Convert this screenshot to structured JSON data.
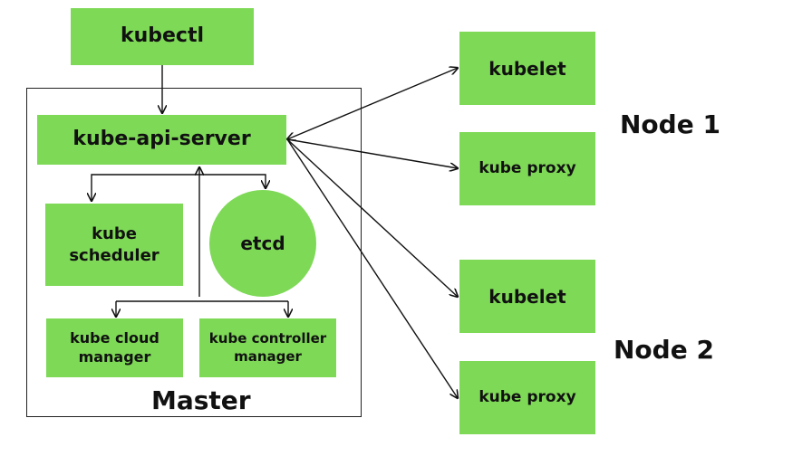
{
  "kubectl": "kubectl",
  "master": {
    "title": "Master",
    "api_server": "kube-api-server",
    "scheduler": "kube scheduler",
    "etcd": "etcd",
    "cloud_manager": "kube cloud manager",
    "controller_manager": "kube controller manager"
  },
  "node1": {
    "title": "Node 1",
    "kubelet": "kubelet",
    "proxy": "kube proxy"
  },
  "node2": {
    "title": "Node 2",
    "kubelet": "kubelet",
    "proxy": "kube proxy"
  },
  "colors": {
    "box": "#7ed957",
    "line": "#111111"
  }
}
